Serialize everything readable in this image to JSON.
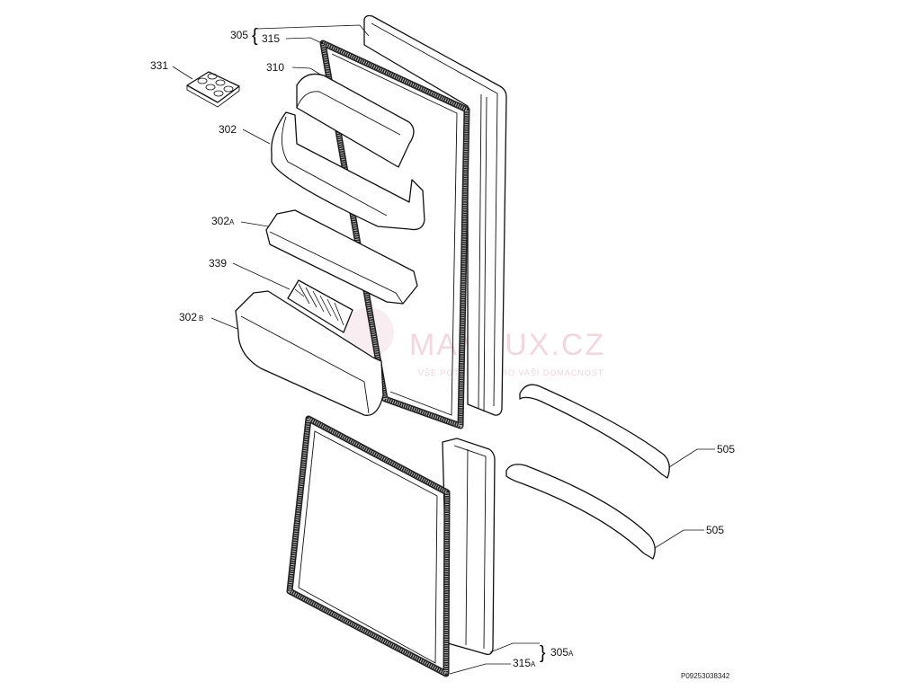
{
  "diagram": {
    "labels": {
      "door_upper": "305",
      "gasket_upper": "315",
      "egg_tray": "331",
      "door_liner": "310",
      "bin_large": "302",
      "bin_medium": "302",
      "bin_medium_suffix": "A",
      "bottle_holder": "339",
      "bin_bottom": "302",
      "bin_bottom_suffix": "B",
      "handle_upper": "505",
      "handle_lower": "505",
      "door_lower": "305",
      "door_lower_suffix": "A",
      "gasket_lower": "315",
      "gasket_lower_suffix": "A"
    },
    "drawing_code": "P09253038342",
    "watermark": {
      "brand": "MAMLUX.CZ",
      "tagline": "VŠE POTŘEBNÉ PRO VAŠI DOMÁCNOST"
    }
  }
}
